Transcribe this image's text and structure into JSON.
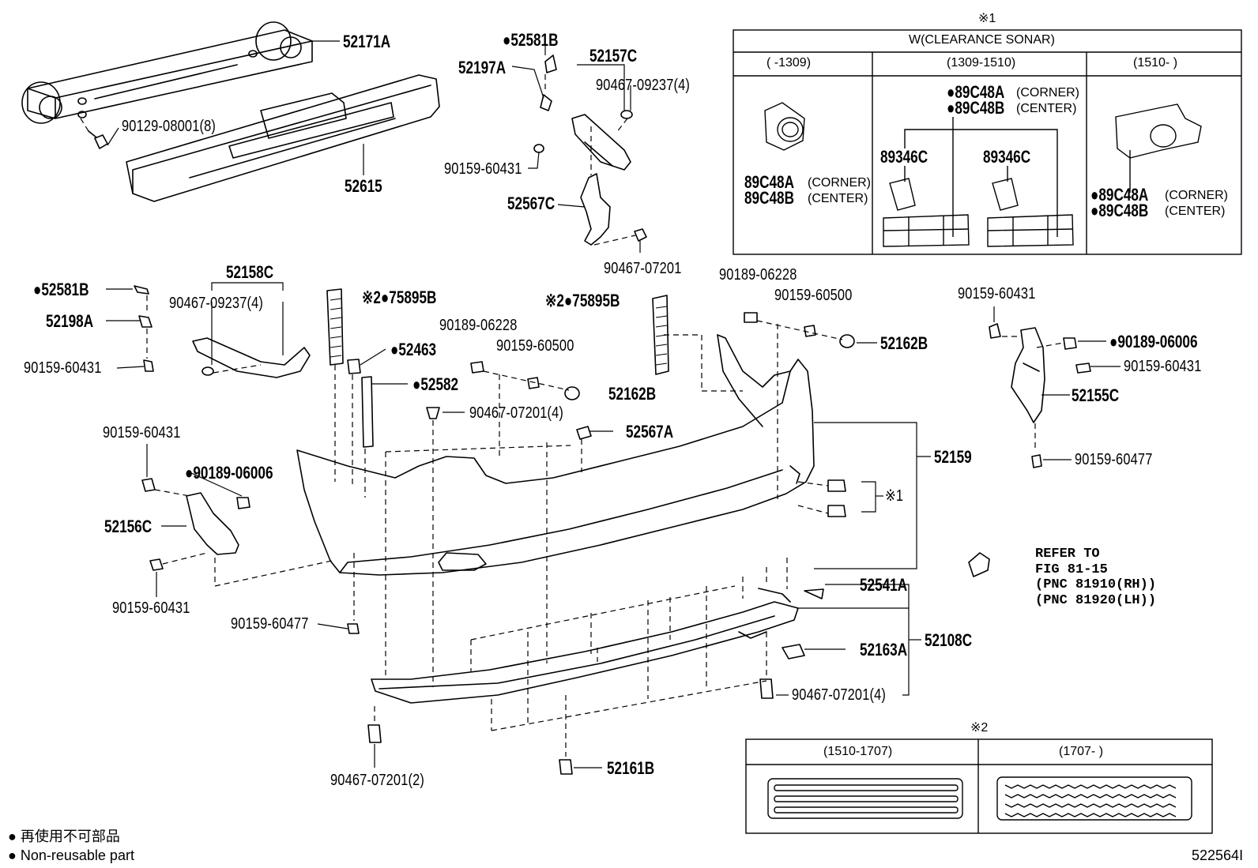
{
  "callouts": {
    "p52171A": "52171A",
    "p90129": "90129-08001(8)",
    "p52615": "52615",
    "p52581B_top": "●52581B",
    "p52197A": "52197A",
    "p52157C": "52157C",
    "p90467_09237_top": "90467-09237(4)",
    "p90159_60431_top": "90159-60431",
    "p52567C": "52567C",
    "p90467_07201_top": "90467-07201",
    "p52581B_left": "●52581B",
    "p52158C": "52158C",
    "p90467_09237_left": "90467-09237(4)",
    "p52198A": "52198A",
    "p90159_60431_left": "90159-60431",
    "p75895B_left": "※2●75895B",
    "p52463": "●52463",
    "p52582": "●52582",
    "p90189_06228_mid": "90189-06228",
    "p90159_60500_mid": "90159-60500",
    "p52162B_mid": "52162B",
    "p90467_07201_4_mid": "90467-07201(4)",
    "p52567A": "52567A",
    "p75895B_right": "※2●75895B",
    "p90189_06228_right": "90189-06228",
    "p90159_60500_right": "90159-60500",
    "p52162B_right": "52162B",
    "p90159_60431_r": "90159-60431",
    "p90189_06006_r": "●90189-06006",
    "p90159_60431_r2": "90159-60431",
    "p52155C": "52155C",
    "p90159_60477_r": "90159-60477",
    "p52159": "52159",
    "p_note1": "※1",
    "p90159_60431_l2": "90159-60431",
    "p90189_06006_l": "●90189-06006",
    "p52156C": "52156C",
    "p90159_60431_l3": "90159-60431",
    "p90159_60477_l": "90159-60477",
    "p52541A": "52541A",
    "p52108C": "52108C",
    "p52163A": "52163A",
    "p90467_07201_4_bot": "90467-07201(4)",
    "p90467_07201_2": "90467-07201(2)",
    "p52161B": "52161B"
  },
  "refer": [
    "REFER TO",
    "FIG 81-15",
    "(PNC 81910(RH))",
    "(PNC 81920(LH))"
  ],
  "sonar_table": {
    "note_mark": "※1",
    "header": "W(CLEARANCE SONAR)",
    "col1": "(     -1309)",
    "col2": "(1309-1510)",
    "col3": "(1510-      )",
    "c1_label1": "89C48A",
    "c1_label1_sub": "(CORNER)",
    "c1_label2": "89C48B",
    "c1_label2_sub": "(CENTER)",
    "c2_top1": "●89C48A",
    "c2_top1_sub": "(CORNER)",
    "c2_top2": "●89C48B",
    "c2_top2_sub": "(CENTER)",
    "c2_left": "89346C",
    "c2_right": "89346C",
    "c3_label1": "●89C48A",
    "c3_label1_sub": "(CORNER)",
    "c3_label2": "●89C48B",
    "c3_label2_sub": "(CENTER)"
  },
  "reflector_table": {
    "note_mark": "※2",
    "col1": "(1510-1707)",
    "col2": "(1707-     )"
  },
  "footer": {
    "jp": "● 再使用不可部品",
    "en": "● Non-reusable part",
    "code": "522564I"
  }
}
